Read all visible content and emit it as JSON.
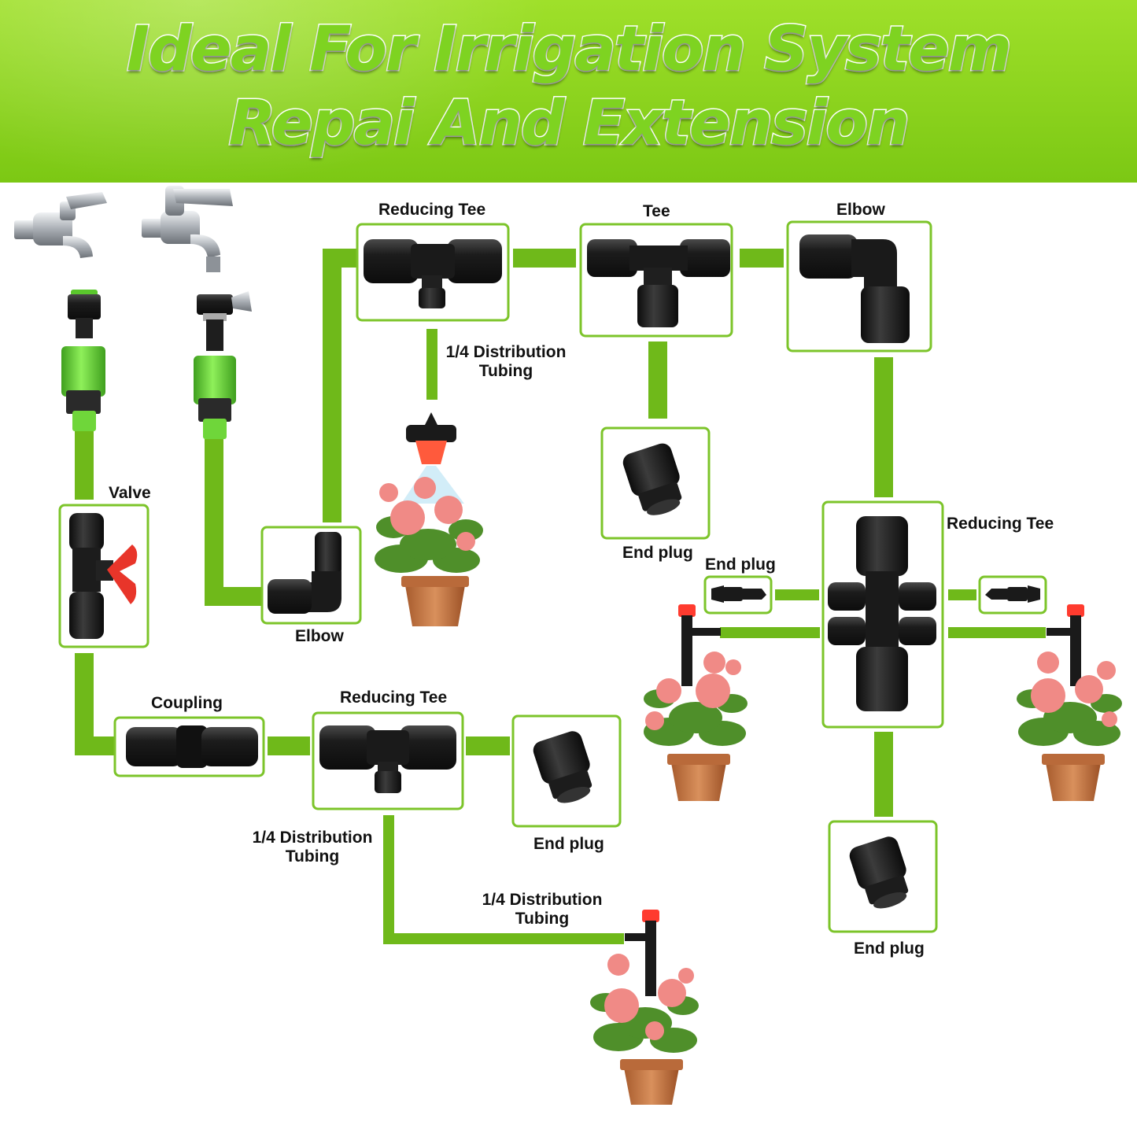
{
  "headline": {
    "line1": "Ideal For Irrigation System",
    "line2": "Repai And Extension"
  },
  "labels": {
    "reducing_tee_top": "Reducing Tee",
    "tee": "Tee",
    "elbow_top": "Elbow",
    "distribution_top_1": "1/4 Distribution",
    "distribution_top_2": "Tubing",
    "valve": "Valve",
    "elbow_mid": "Elbow",
    "end_plug_tee": "End plug",
    "end_plug_small": "End plug",
    "reducing_tee_right": "Reducing Tee",
    "coupling": "Coupling",
    "reducing_tee_bottom": "Reducing Tee",
    "end_plug_bottom": "End plug",
    "distribution_left_1": "1/4 Distribution",
    "distribution_left_2": "Tubing",
    "distribution_bottom_1": "1/4 Distribution",
    "distribution_bottom_2": "Tubing",
    "end_plug_right": "End plug"
  },
  "colors": {
    "tube": "#6fb91a",
    "frame": "#7cc42a",
    "fitting": "#1a1a1a",
    "connector_green": "#6fd63a",
    "valve_handle": "#e8352a",
    "emitter": "#ff5a3c",
    "pot": "#c97c4a",
    "flower": "#f08a86",
    "leaf": "#4f8f2a",
    "faucet": "#b8bcc2"
  }
}
